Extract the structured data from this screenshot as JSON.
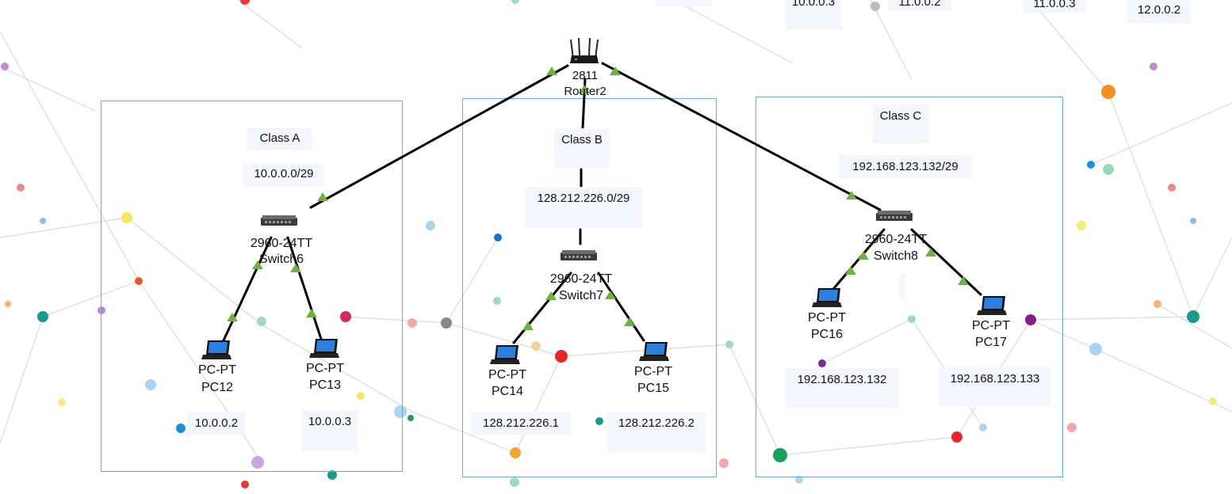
{
  "top_labels": [
    "10.0.0.3",
    "11.0.0.2",
    "11.0.0.3",
    "12.0.0.2"
  ],
  "router": {
    "model": "2811",
    "name": "Router2"
  },
  "groups": [
    {
      "class_label": "Class  A",
      "network": "10.0.0.0/29",
      "switch": {
        "model": "2960-24TT",
        "name": "Switch6"
      },
      "hosts": [
        {
          "model": "PC-PT",
          "name": "PC12",
          "ip": "10.0.0.2"
        },
        {
          "model": "PC-PT",
          "name": "PC13",
          "ip": "10.0.0.3"
        }
      ]
    },
    {
      "class_label": "Class B",
      "network": "128.212.226.0/29",
      "switch": {
        "model": "2960-24TT",
        "name": "Switch7"
      },
      "hosts": [
        {
          "model": "PC-PT",
          "name": "PC14",
          "ip": "128.212.226.1"
        },
        {
          "model": "PC-PT",
          "name": "PC15",
          "ip": "128.212.226.2"
        }
      ]
    },
    {
      "class_label": "Class C",
      "network": "192.168.123.132/29",
      "switch": {
        "model": "2960-24TT",
        "name": "Switch8"
      },
      "hosts": [
        {
          "model": "PC-PT",
          "name": "PC16",
          "ip": "192.168.123.132"
        },
        {
          "model": "PC-PT",
          "name": "PC17",
          "ip": "192.168.123.133"
        }
      ]
    }
  ],
  "colors": {
    "link": "#000000",
    "link_indicator": "#6db33f",
    "area_border": "#6fa8dc",
    "note_bg": "#f2f6fd"
  }
}
